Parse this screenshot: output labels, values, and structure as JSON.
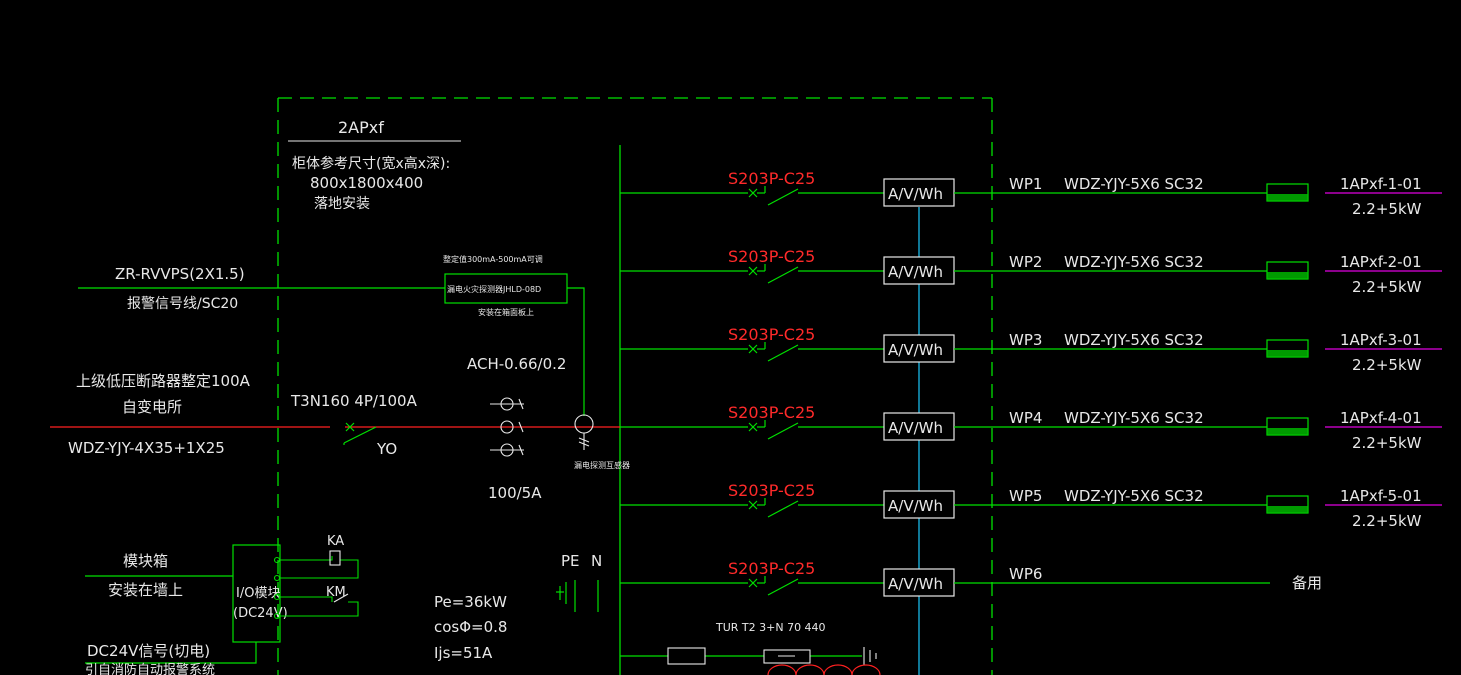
{
  "colors": {
    "background": "#000000",
    "wire": "#00e000",
    "text": "#e8e8e8",
    "breaker_label": "#ff2a2a",
    "bus_cyan": "#18b8e8",
    "feeder_magenta": "#e000e0",
    "incoming_red": "#ff2020",
    "hatch_green": "#00c000"
  },
  "panel": {
    "name": "2APxf",
    "size_note_line1": "柜体参考尺寸(宽x高x深):",
    "size_note_line2": "800x1800x400",
    "size_note_line3": "落地安装"
  },
  "signal_line": {
    "cable": "ZR-RVVPS(2X1.5)",
    "desc": "报警信号线/SC20"
  },
  "leakage_monitor": {
    "top_note": "整定值300mA-500mA可调",
    "box_label": "漏电火灾探测器JHLD-08D",
    "bottom_note": "安装在箱面板上",
    "sensor_note": "漏电探测互感器"
  },
  "incoming": {
    "line1": "上级低压断路器整定100A",
    "line2": "自变电所",
    "cable": "WDZ-YJY-4X35+1X25",
    "breaker": "T3N160 4P/100A",
    "shunt": "YO",
    "meter": "ACH-0.66/0.2",
    "ct_ratio": "100/5A"
  },
  "outgoing": [
    {
      "breaker": "S203P-C25",
      "meter": "A/V/Wh",
      "circuit": "WP1",
      "cable": "WDZ-YJY-5X6 SC32",
      "load_name": "1APxf-1-01",
      "load_power": "2.2+5kW"
    },
    {
      "breaker": "S203P-C25",
      "meter": "A/V/Wh",
      "circuit": "WP2",
      "cable": "WDZ-YJY-5X6 SC32",
      "load_name": "1APxf-2-01",
      "load_power": "2.2+5kW"
    },
    {
      "breaker": "S203P-C25",
      "meter": "A/V/Wh",
      "circuit": "WP3",
      "cable": "WDZ-YJY-5X6 SC32",
      "load_name": "1APxf-3-01",
      "load_power": "2.2+5kW"
    },
    {
      "breaker": "S203P-C25",
      "meter": "A/V/Wh",
      "circuit": "WP4",
      "cable": "WDZ-YJY-5X6 SC32",
      "load_name": "1APxf-4-01",
      "load_power": "2.2+5kW"
    },
    {
      "breaker": "S203P-C25",
      "meter": "A/V/Wh",
      "circuit": "WP5",
      "cable": "WDZ-YJY-5X6 SC32",
      "load_name": "1APxf-5-01",
      "load_power": "2.2+5kW"
    },
    {
      "breaker": "S203P-C25",
      "meter": "A/V/Wh",
      "circuit": "WP6",
      "cable": "",
      "load_name": "备用",
      "load_power": ""
    }
  ],
  "module": {
    "box_line1": "模块箱",
    "box_line2": "安装在墙上",
    "io_line1": "I/O模块",
    "io_line2": "(DC24V)",
    "relay_ka": "KA",
    "relay_km": "KM",
    "signal_line1": "DC24V信号(切电)",
    "signal_line2": "引自消防自动报警系统"
  },
  "earth": {
    "pe": "PE",
    "n": "N"
  },
  "calc": {
    "pe": "Pe=36kW",
    "cos": "cosΦ=0.8",
    "ijs": "Ijs=51A"
  },
  "surge": {
    "label": "TUR T2 3+N 70 440"
  }
}
